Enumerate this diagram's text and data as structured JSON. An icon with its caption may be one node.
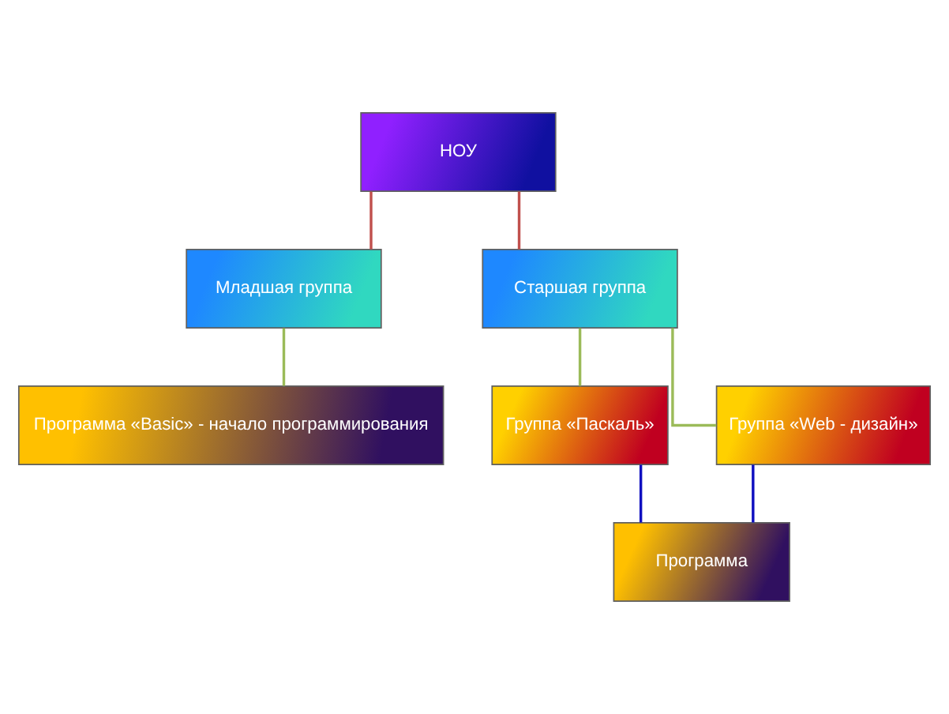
{
  "diagram": {
    "nodes": [
      {
        "text": [
          "НОУ"
        ]
      },
      {
        "text": [
          "Младшая группа"
        ]
      },
      {
        "text": [
          "Старшая группа"
        ]
      },
      {
        "text": [
          "Программа «Basic» - начало программирования"
        ]
      },
      {
        "text": [
          "Группа «Паскаль»"
        ]
      },
      {
        "text": [
          "Группа «Web - дизайн»"
        ]
      },
      {
        "text": [
          "Программа"
        ]
      }
    ],
    "edges": [
      {
        "from": 0,
        "to": 1,
        "arrow": "none",
        "color": "#c0504d"
      },
      {
        "from": 0,
        "to": 2,
        "arrow": "none",
        "color": "#c0504d"
      },
      {
        "from": 1,
        "to": 3,
        "arrow": "none"
      },
      {
        "from": 2,
        "to": 4,
        "arrow": "none"
      },
      {
        "from": 2,
        "to": 5,
        "arrow": "none"
      },
      {
        "from": 4,
        "to": 6,
        "arrow": "none",
        "color": "#1010c0"
      },
      {
        "from": 5,
        "to": 6,
        "arrow": "none",
        "color": "#1010c0"
      }
    ]
  }
}
